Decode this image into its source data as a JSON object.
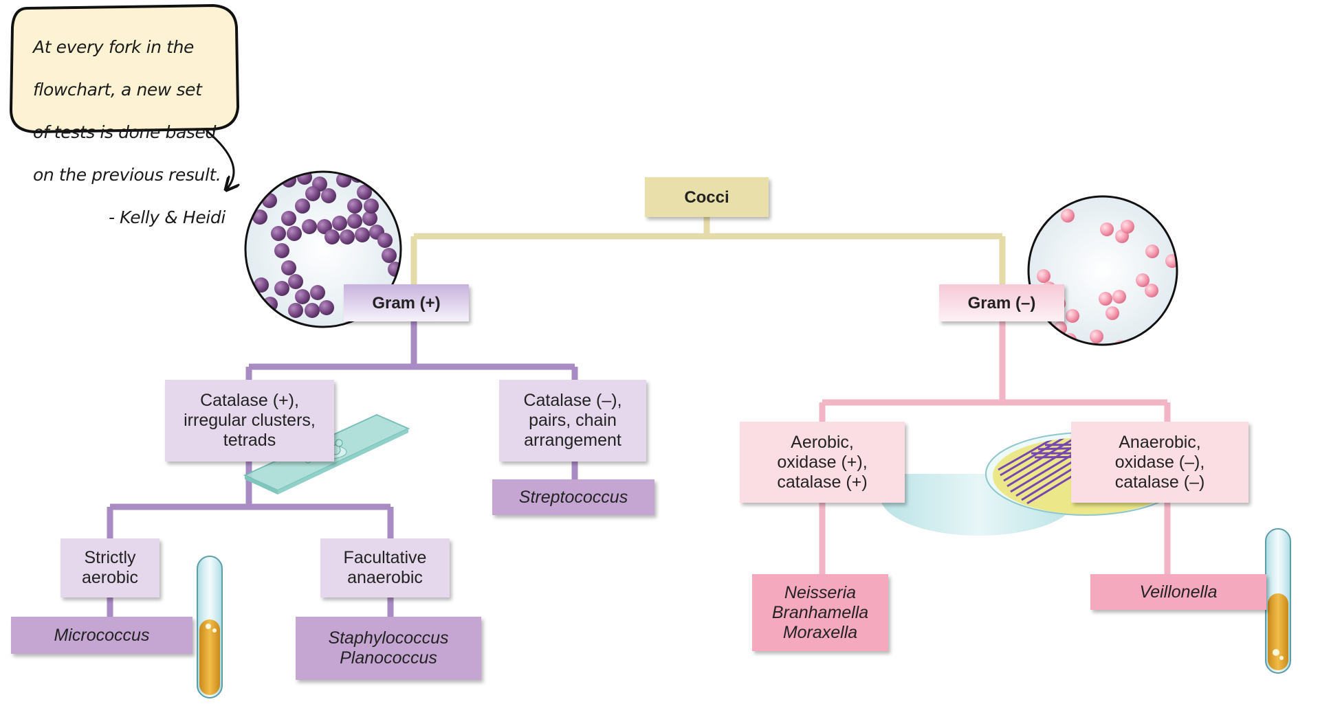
{
  "callout": {
    "lines": [
      "At every fork in the",
      "flowchart, a new set",
      "of tests is done based",
      "on the previous result.",
      "- Kelly & Heidi"
    ]
  },
  "root": {
    "label": "Cocci"
  },
  "gram_positive": {
    "label": "Gram (+)",
    "branches": [
      {
        "lines": [
          "Catalase (+),",
          "irregular clusters,",
          "tetrads"
        ],
        "subbranches": [
          {
            "lines": [
              "Strictly",
              "aerobic"
            ],
            "genera": [
              "Micrococcus"
            ]
          },
          {
            "lines": [
              "Facultative",
              "anaerobic"
            ],
            "genera": [
              "Staphylococcus",
              "Planococcus"
            ]
          }
        ]
      },
      {
        "lines": [
          "Catalase (–),",
          "pairs, chain",
          "arrangement"
        ],
        "genera": [
          "Streptococcus"
        ]
      }
    ]
  },
  "gram_negative": {
    "label": "Gram (–)",
    "branches": [
      {
        "lines": [
          "Aerobic,",
          "oxidase (+),",
          "catalase (+)"
        ],
        "genera": [
          "Neisseria",
          "Branhamella",
          "Moraxella"
        ]
      },
      {
        "lines": [
          "Anaerobic,",
          "oxidase (–),",
          "catalase (–)"
        ],
        "genera": [
          "Veillonella"
        ]
      }
    ]
  },
  "colors": {
    "root_line": "#e5dba8",
    "gram_positive_line": "#a98bc4",
    "gram_negative_line": "#f2b5c6",
    "gram_positive_cell": "#7a4a86",
    "gram_negative_cell": "#f08ca2"
  },
  "icons": [
    "speech-bubble",
    "gram-positive-micrograph",
    "gram-negative-micrograph",
    "microscope-slide",
    "petri-dish",
    "test-tube"
  ]
}
